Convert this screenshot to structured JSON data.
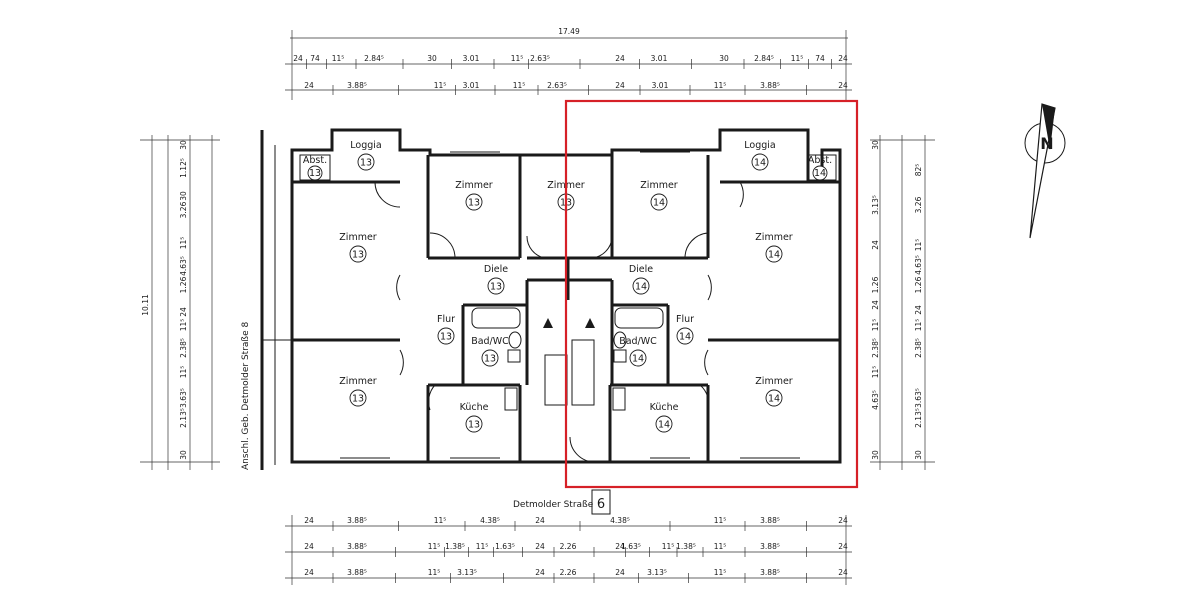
{
  "title_dimension": "17.49",
  "north_label": "N",
  "house_number": "6",
  "street_label": "Detmolder Straße",
  "side_label": "Anschl. Geb. Detmolder Straße 8",
  "height_dimension": "10.11",
  "rooms": [
    {
      "id": "loggia-13",
      "label": "Loggia",
      "unit": "13"
    },
    {
      "id": "abst-13",
      "label": "Abst.",
      "unit": "13"
    },
    {
      "id": "zimmer-13-a",
      "label": "Zimmer",
      "unit": "13"
    },
    {
      "id": "zimmer-13-b",
      "label": "Zimmer",
      "unit": "13"
    },
    {
      "id": "zimmer-13-c",
      "label": "Zimmer",
      "unit": "13"
    },
    {
      "id": "zimmer-13-d",
      "label": "Zimmer",
      "unit": "13"
    },
    {
      "id": "diele-13",
      "label": "Diele",
      "unit": "13"
    },
    {
      "id": "flur-13",
      "label": "Flur",
      "unit": "13"
    },
    {
      "id": "bad-13",
      "label": "Bad/WC",
      "unit": "13"
    },
    {
      "id": "kueche-13",
      "label": "Küche",
      "unit": "13"
    },
    {
      "id": "loggia-14",
      "label": "Loggia",
      "unit": "14"
    },
    {
      "id": "abst-14",
      "label": "Abst.",
      "unit": "14"
    },
    {
      "id": "zimmer-14-a",
      "label": "Zimmer",
      "unit": "14"
    },
    {
      "id": "zimmer-14-b",
      "label": "Zimmer",
      "unit": "14"
    },
    {
      "id": "zimmer-14-c",
      "label": "Zimmer",
      "unit": "14"
    },
    {
      "id": "diele-14",
      "label": "Diele",
      "unit": "14"
    },
    {
      "id": "flur-14",
      "label": "Flur",
      "unit": "14"
    },
    {
      "id": "bad-14",
      "label": "Bad/WC",
      "unit": "14"
    },
    {
      "id": "kueche-14",
      "label": "Küche",
      "unit": "14"
    }
  ],
  "dims_top_1": [
    "24",
    "74",
    "11⁵",
    "2.84⁵",
    "30",
    "3.01",
    "11⁵",
    "2.63⁵",
    "24",
    "3.01",
    "30",
    "2.84⁵",
    "11⁵",
    "74",
    "24"
  ],
  "dims_top_2": [
    "24",
    "3.88⁵",
    "11⁵",
    "3.01",
    "11⁵",
    "2.63⁵",
    "24",
    "3.01",
    "11⁵",
    "3.88⁵",
    "24"
  ],
  "dims_bottom_1": [
    "24",
    "3.88⁵",
    "11⁵",
    "4.38⁵",
    "24",
    "4.38⁵",
    "11⁵",
    "3.88⁵",
    "24"
  ],
  "dims_bottom_2": [
    "24",
    "3.88⁵",
    "11⁵",
    "1.38⁵",
    "11⁵",
    "1.63⁵",
    "24",
    "2.26",
    "24",
    "1.63⁵",
    "11⁵",
    "1.38⁵",
    "11⁵",
    "3.88⁵",
    "24"
  ],
  "dims_bottom_3": [
    "24",
    "3.88⁵",
    "11⁵",
    "3.13⁵",
    "24",
    "2.26",
    "24",
    "3.13⁵",
    "11⁵",
    "3.88⁵",
    "24"
  ],
  "dims_left_1": [
    "30",
    "1.12⁵",
    "30",
    "3.26",
    "11⁵",
    "4.63⁵",
    "1.26",
    "24",
    "11⁵",
    "2.38⁵",
    "11⁵",
    "3.63⁵",
    "2.13⁵",
    "30"
  ],
  "dims_right_1": [
    "30",
    "3.13⁵",
    "24",
    "1.26",
    "24",
    "11⁵",
    "2.38⁵",
    "11⁵",
    "4.63⁵",
    "30"
  ],
  "dims_right_2": [
    "82⁵",
    "3.26",
    "11⁵",
    "4.63⁵",
    "1.26",
    "24",
    "11⁵",
    "2.38⁵",
    "2.13⁵",
    "3.63⁵",
    "30"
  ],
  "highlight_color": "#d62027"
}
